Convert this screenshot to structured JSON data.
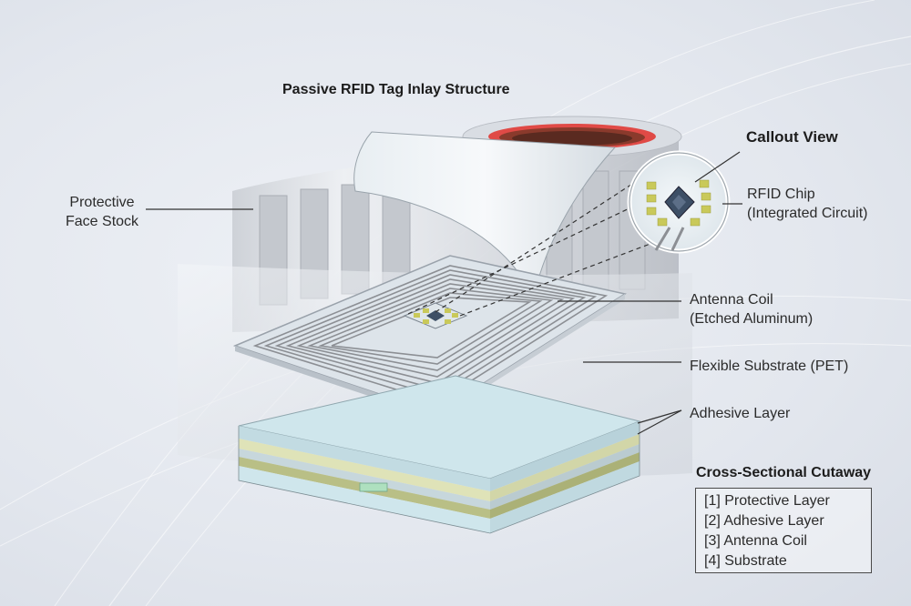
{
  "title": "Passive RFID Tag Inlay Structure",
  "labels": {
    "face_stock": [
      "Protective",
      "Face Stock"
    ],
    "callout_title": "Callout View",
    "rfid_chip": [
      "RFID Chip",
      "(Integrated Circuit)"
    ],
    "antenna_coil": [
      "Antenna Coil",
      "(Etched Aluminum)"
    ],
    "substrate": "Flexible Substrate (PET)",
    "adhesive": "Adhesive Layer"
  },
  "legend": {
    "title": "Cross-Sectional Cutaway",
    "items": [
      "[1] Protective Layer",
      "[2] Adhesive Layer",
      "[3] Antenna Coil",
      "[4] Substrate"
    ]
  },
  "colors": {
    "roll_core": "#8a3a2c",
    "core_glow": "#e0302a",
    "coil": "#8c8f94",
    "chip_pad": "#c9c95a",
    "chip": "#3d4f66",
    "layer_clear": "#cfe6ec",
    "layer_adhesive": "#dfe3b8",
    "layer_coil": "#b9bf86",
    "line": "#333333"
  }
}
